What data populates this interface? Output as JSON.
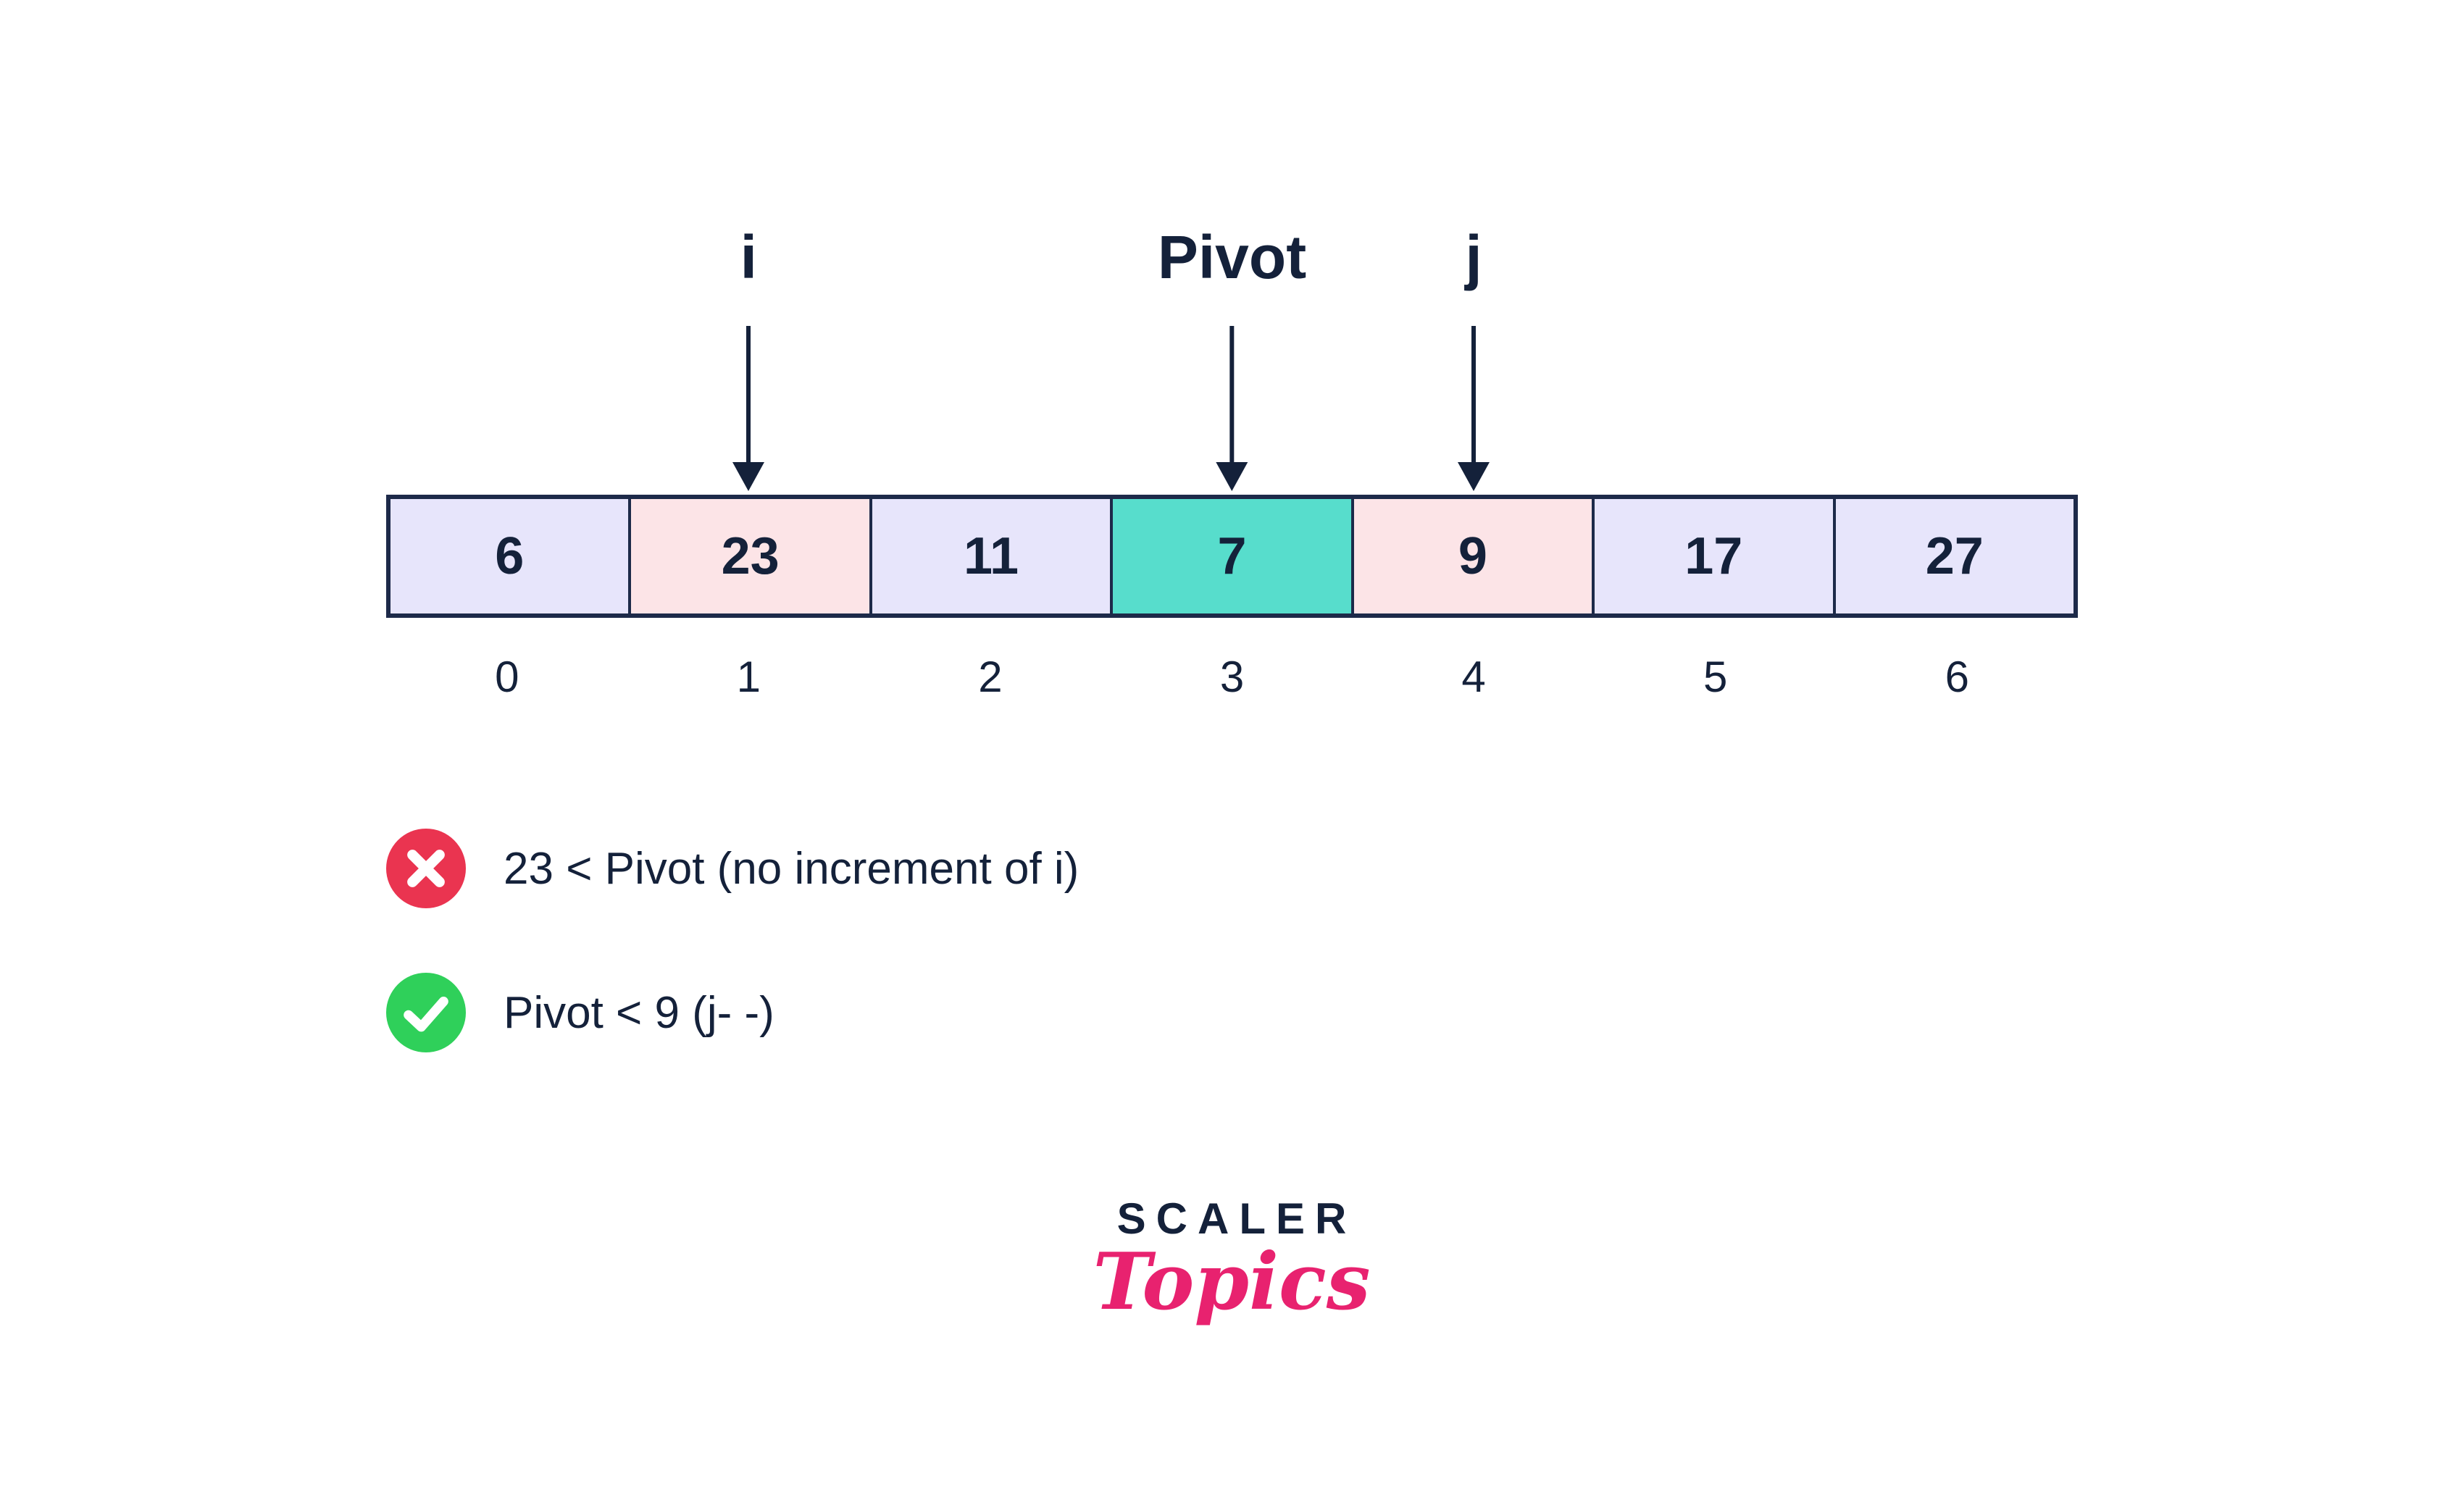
{
  "diagram": {
    "pointers": [
      {
        "label": "i",
        "cell_index": 1
      },
      {
        "label": "Pivot",
        "cell_index": 3
      },
      {
        "label": "j",
        "cell_index": 4
      }
    ],
    "array": {
      "cells": [
        {
          "value": "6",
          "state": "default"
        },
        {
          "value": "23",
          "state": "highlight"
        },
        {
          "value": "11",
          "state": "default"
        },
        {
          "value": "7",
          "state": "pivot"
        },
        {
          "value": "9",
          "state": "highlight"
        },
        {
          "value": "17",
          "state": "default"
        },
        {
          "value": "27",
          "state": "default"
        }
      ],
      "indices": [
        "0",
        "1",
        "2",
        "3",
        "4",
        "5",
        "6"
      ]
    },
    "annotations": [
      {
        "status": "fail",
        "icon": "cross-icon",
        "text": "23 < Pivot (no increment of i)"
      },
      {
        "status": "pass",
        "icon": "check-icon",
        "text": "Pivot < 9 (j- -)"
      }
    ],
    "colors": {
      "cell_default": "#e7e5fb",
      "cell_highlight": "#fce4e7",
      "cell_pivot": "#57ddcc",
      "navy": "#14213a",
      "border": "#1d2a49",
      "fail_red": "#ea3450",
      "pass_green": "#2fd05a",
      "brand_pink": "#e8226f"
    }
  },
  "logo": {
    "primary": "SCALER",
    "secondary": "Topics"
  }
}
